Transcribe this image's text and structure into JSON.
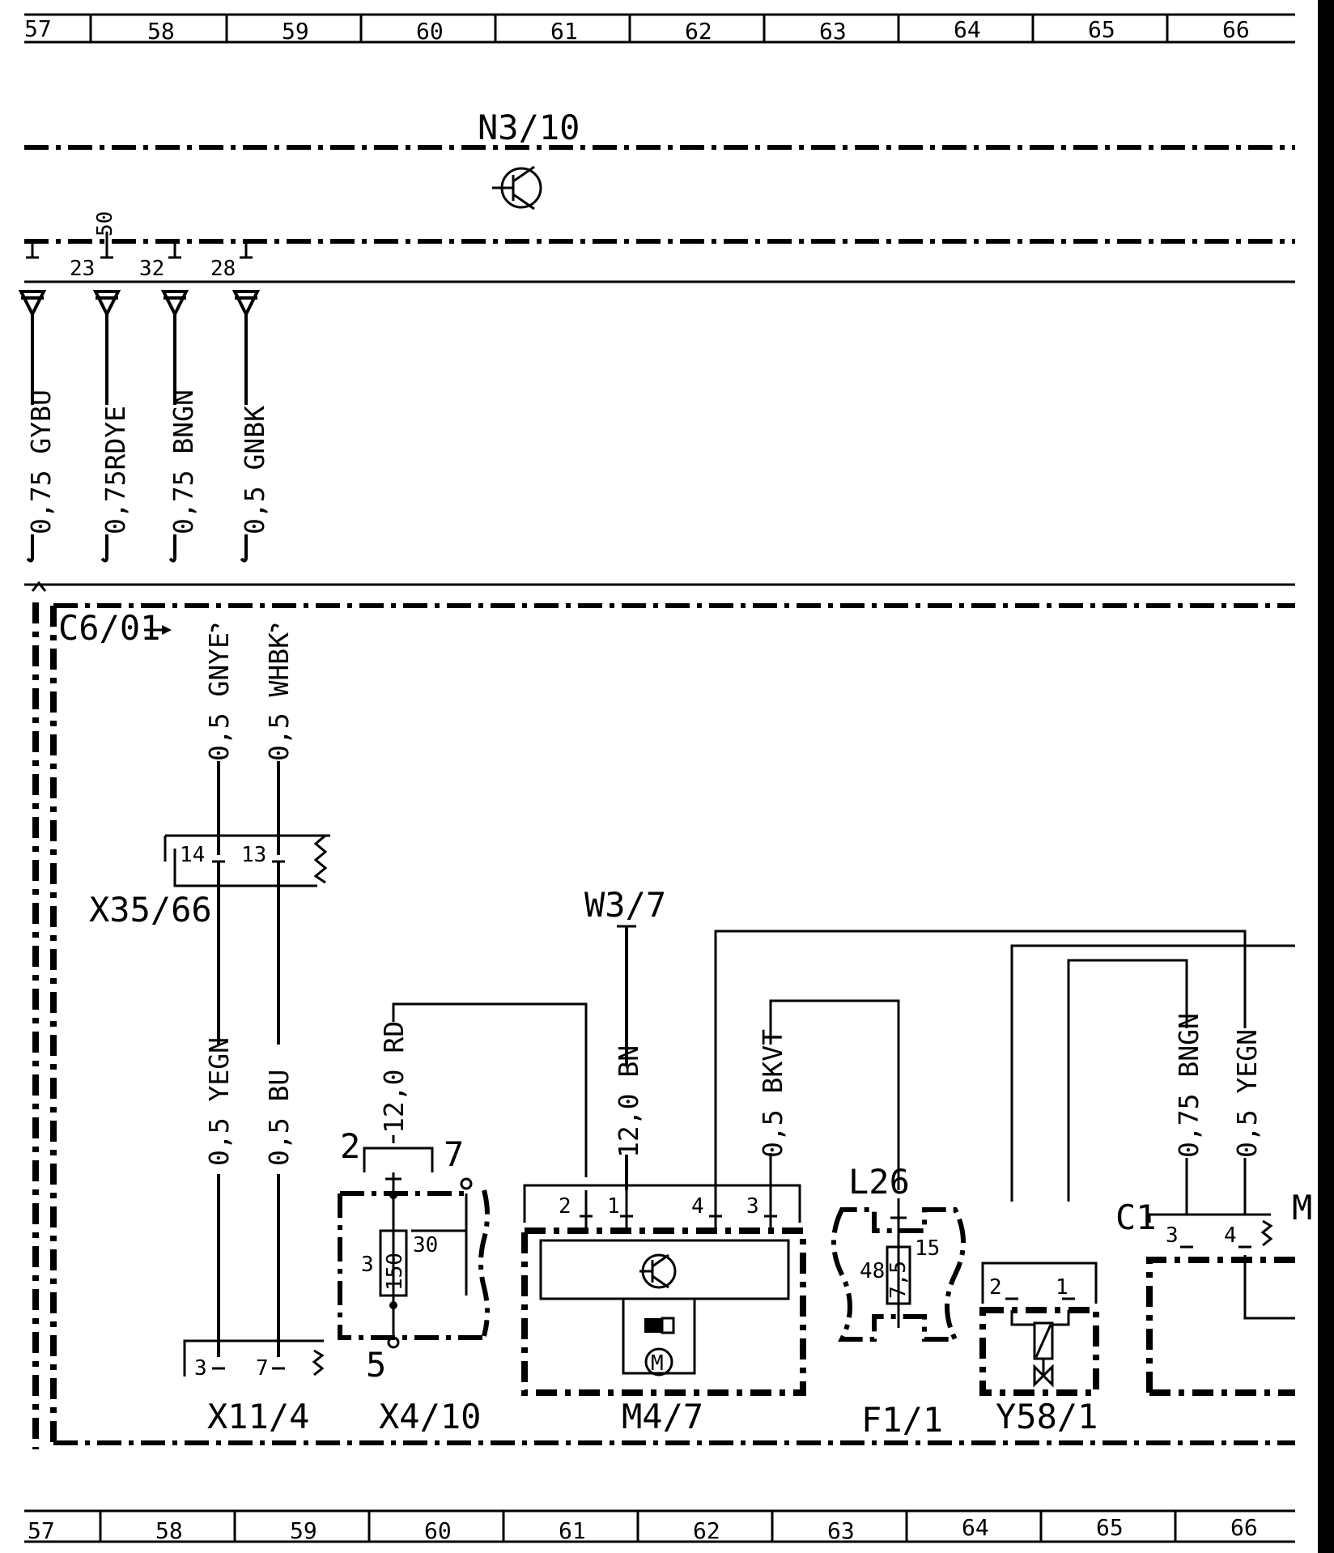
{
  "grid_numbers": [
    "57",
    "58",
    "59",
    "60",
    "61",
    "62",
    "63",
    "64",
    "65",
    "66"
  ],
  "components": {
    "control_unit": "N3/10",
    "connector_x35": "X35/66",
    "connector_x11": "X11/4",
    "connector_x4": "X4/10",
    "motor": "M4/7",
    "ground": "W3/7",
    "fuse_block": "F1/1",
    "fuse_terminal": "L26",
    "valve": "Y58/1",
    "connector_c1": "C1",
    "partial_right_label": "M",
    "reference": "C6/01"
  },
  "wires": {
    "w1": "0,75 GYBU",
    "w2": "0,75RDYE",
    "w3": "0,75 BNGN",
    "w4": "0,5 GNBK",
    "w5": "0,5 GNYE",
    "w6": "0,5 WHBK",
    "w7": "0,5 YEGN",
    "w8": "0,5 BU",
    "w9": "12,0 RD",
    "w10": "12,0 BN",
    "w11": "0,5 BKVT",
    "w12": "0,75 BNGN",
    "w13": "0,5 YEGN"
  },
  "pins": {
    "n3_50": "50",
    "n3_23": "23",
    "n3_32": "32",
    "n3_28": "28",
    "x35_14": "14",
    "x35_13": "13",
    "x11_3": "3",
    "x11_7": "7",
    "x4_2": "2",
    "x4_7": "7",
    "x4_3": "3",
    "x4_30": "30",
    "x4_5": "5",
    "m4_2": "2",
    "m4_1": "1",
    "m4_4": "4",
    "m4_3": "3",
    "f1_48": "48",
    "f1_15": "15",
    "y58_2": "2",
    "y58_1": "1",
    "c1_3": "3",
    "c1_4": "4"
  },
  "fuse_ratings": {
    "x4": "150",
    "f1": "7,5"
  },
  "motor_symbol": "M"
}
